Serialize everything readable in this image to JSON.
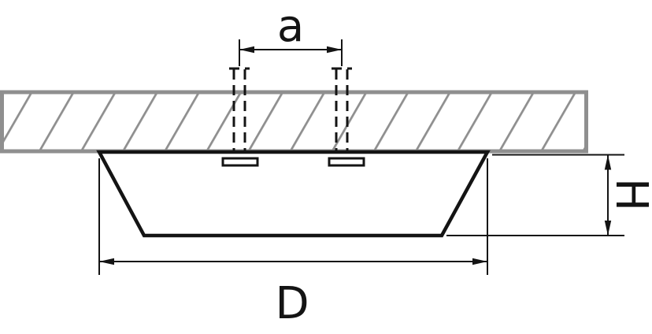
{
  "diagram": {
    "labels": {
      "a": "a",
      "D": "D",
      "H": "H"
    },
    "colors": {
      "ceiling": "#8f8f8f",
      "fixture": "#141414",
      "dimension": "#141414",
      "background": "#ffffff"
    }
  }
}
